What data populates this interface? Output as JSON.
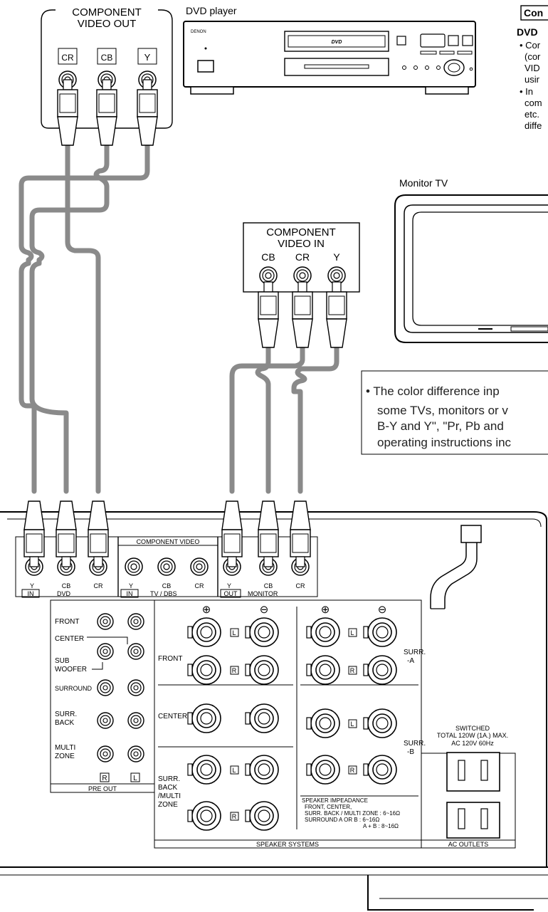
{
  "dvd_out": {
    "title_l1": "COMPONENT",
    "title_l2": "VIDEO OUT",
    "jack_cr": "CR",
    "jack_cb": "CB",
    "jack_y": "Y"
  },
  "dvd_player": {
    "label": "DVD player",
    "brand": "DENON",
    "logo": "DVD"
  },
  "side_note": {
    "heading": "Con",
    "subheading": "DVD",
    "lines": [
      "• Cor",
      "(cor",
      "VID",
      "usir",
      "• In",
      "com",
      "etc.",
      "diffe"
    ]
  },
  "monitor": {
    "label": "Monitor TV"
  },
  "tv_in": {
    "title_l1": "COMPONENT",
    "title_l2": "VIDEO IN",
    "jack_cb": "CB",
    "jack_cr": "CR",
    "jack_y": "Y"
  },
  "color_note": {
    "lines": [
      "• The color difference inp",
      "some TVs, monitors or v",
      "B-Y and Y\", \"Pr, Pb and",
      "operating instructions inc"
    ]
  },
  "receiver": {
    "component_video": "COMPONENT VIDEO",
    "dvd_group": {
      "y": "Y",
      "cb": "CB",
      "cr": "CR",
      "io": "IN",
      "name": "DVD"
    },
    "tv_group": {
      "y": "Y",
      "cb": "CB",
      "cr": "CR",
      "io": "IN",
      "name": "TV / DBS"
    },
    "mon_group": {
      "y": "Y",
      "cb": "CB",
      "cr": "CR",
      "io": "OUT",
      "name": "MONITOR"
    },
    "pre_out": {
      "front": "FRONT",
      "center": "CENTER",
      "sub1": "SUB",
      "sub2": "WOOFER",
      "surround": "SURROUND",
      "surr_back1": "SURR.",
      "surr_back2": "BACK",
      "multi1": "MULTI",
      "multi2": "ZONE",
      "r": "R",
      "l": "L",
      "title": "PRE OUT"
    },
    "speakers": {
      "plus": "⊕",
      "minus": "⊖",
      "front": "FRONT",
      "center": "CENTER",
      "sb1": "SURR.",
      "sb2": "BACK",
      "sb3": "/MULTI",
      "sb4": "ZONE",
      "surr_a1": "SURR.",
      "surr_a2": "-A",
      "surr_b1": "SURR.",
      "surr_b2": "-B",
      "l": "L",
      "r": "R",
      "imp_title": "SPEAKER IMPEADANCE",
      "imp_1": "FRONT, CENTER,",
      "imp_2": "SURR. BACK / MULTI ZONE   : 6~16Ω",
      "imp_3": "SURROUND        A  OR  B  : 6~16Ω",
      "imp_4": "A  +  B  : 8~16Ω",
      "title": "SPEAKER SYSTEMS"
    },
    "ac": {
      "line1": "SWITCHED",
      "line2": "TOTAL 120W (1A.) MAX.",
      "line3": "AC  120V  60Hz",
      "title": "AC OUTLETS"
    }
  }
}
